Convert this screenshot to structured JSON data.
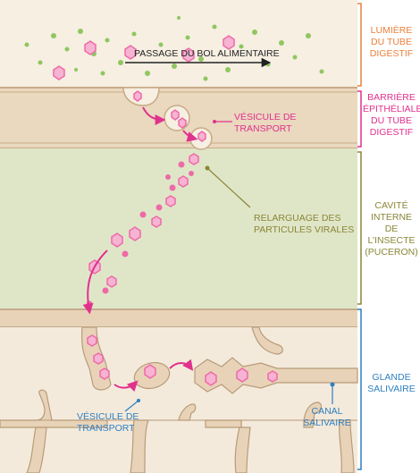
{
  "colors": {
    "lumen_bg": "#f6efe2",
    "epithelium": "#ead8bf",
    "epithelium_edge": "#c9ab87",
    "cavity": "#dfe6c8",
    "gland": "#e8d3b8",
    "gland_edge": "#b89b7a",
    "virus": "#ee6aa7",
    "virus_fill": "#f6b3d2",
    "green_particles": "#7fbf4a",
    "arrow_magenta": "#e0318d",
    "bracket_orange": "#e9813b",
    "bracket_magenta": "#e0318d",
    "bracket_olive": "#8a8637",
    "bracket_blue": "#2f7fc1"
  },
  "labels": {
    "passage": "PASSAGE DU BOL ALIMENTAIRE",
    "vesicule_top": "VÉSICULE DE\nTRANSPORT",
    "relarguage": "RELARGUAGE DES\nPARTICULES VIRALES",
    "vesicule_bottom": "VÉSICULE DE\nTRANSPORT",
    "canal": "CANAL\nSALIVAIRE"
  },
  "regions": {
    "lumiere": "LUMIÈRE\nDU TUBE\nDIGESTIF",
    "barriere": "BARRIÈRE\nÉPITHÉLIALE\nDU TUBE\nDIGESTIF",
    "cavite": "CAVITÉ\nINTERNE\nDE L’INSECTE\n(PUCERON)",
    "glande": "GLANDE\nSALIVAIRE"
  },
  "icons": {
    "virus": "hexagon-virus-icon",
    "flow_arrow": "arrow-right-icon"
  }
}
